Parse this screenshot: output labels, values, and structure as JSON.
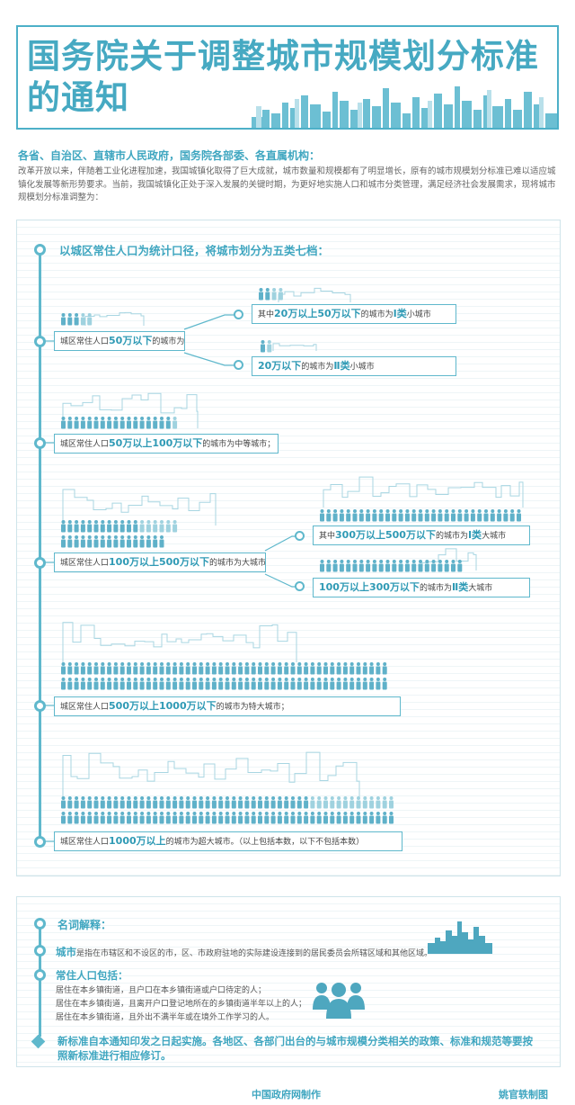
{
  "header": {
    "title": "国务院关于调整城市规模划分标准的通知"
  },
  "intro": {
    "addressee": "各省、自治区、直辖市人民政府，国务院各部委、各直属机构：",
    "body": "改革开放以来，伴随着工业化进程加速，我国城镇化取得了巨大成就，城市数量和规模都有了明显增长，原有的城市规模划分标准已难以适应城镇化发展等新形势要求。当前，我国城镇化正处于深入发展的关键时期，为更好地实施人口和城市分类管理，满足经济社会发展需求，现将城市规模划分标准调整为："
  },
  "main": {
    "heading": "以城区常住人口为统计口径，将城市划分为五类七档：",
    "small_city": {
      "pre": "城区常住人口",
      "hl": "50万以下",
      "post": "的城市为小城市",
      "sub1": {
        "pre": "其中",
        "hl": "20万以上50万以下",
        "post": "的城市为",
        "hl2": "Ⅰ类",
        "post2": "小城市"
      },
      "sub2": {
        "hl": "20万以下",
        "post": "的城市为",
        "hl2": "Ⅱ类",
        "post2": "小城市"
      }
    },
    "medium_city": {
      "pre": "城区常住人口",
      "hl": "50万以上100万以下",
      "post": "的城市为中等城市；"
    },
    "large_city": {
      "pre": "城区常住人口",
      "hl": "100万以上500万以下",
      "post": "的城市为大城市",
      "sub1": {
        "pre": "其中",
        "hl": "300万以上500万以下",
        "post": "的城市为",
        "hl2": "Ⅰ类",
        "post2": "大城市"
      },
      "sub2": {
        "hl": "100万以上300万以下",
        "post": "的城市为",
        "hl2": "Ⅱ类",
        "post2": "大城市"
      }
    },
    "mega_city": {
      "pre": "城区常住人口",
      "hl": "500万以上1000万以下",
      "post": "的城市为特大城市；"
    },
    "super_city": {
      "pre": "城区常住人口",
      "hl": "1000万以上",
      "post": "的城市为超大城市。（以上包括本数，以下不包括本数）"
    }
  },
  "glossary": {
    "title": "名词解释：",
    "city_term": "城市",
    "city_def": "是指在市辖区和不设区的市，区、市政府驻地的实际建设连接到的居民委员会所辖区域和其他区域。",
    "resident_title": "常住人口包括：",
    "resident_items": [
      "居住在本乡镇街道，且户口在本乡镇街道或户口待定的人；",
      "居住在本乡镇街道，且离开户口登记地所在的乡镇街道半年以上的人；",
      "居住在本乡镇街道，且外出不满半年或在境外工作学习的人。"
    ],
    "final": "新标准自本通知印发之日起实施。各地区、各部门出台的与城市规模分类相关的政策、标准和规范等要按照新标准进行相应修订。"
  },
  "footer": {
    "left": "中国政府网制作",
    "right": "姚官轶制图"
  },
  "colors": {
    "accent": "#46a9c2",
    "line": "#5fb8cc",
    "person": "#5fb1c9",
    "person_light": "#9fd2df"
  },
  "icons": [
    "skyline-icon",
    "person-icon",
    "people-group-icon",
    "city-silhouette-icon"
  ]
}
